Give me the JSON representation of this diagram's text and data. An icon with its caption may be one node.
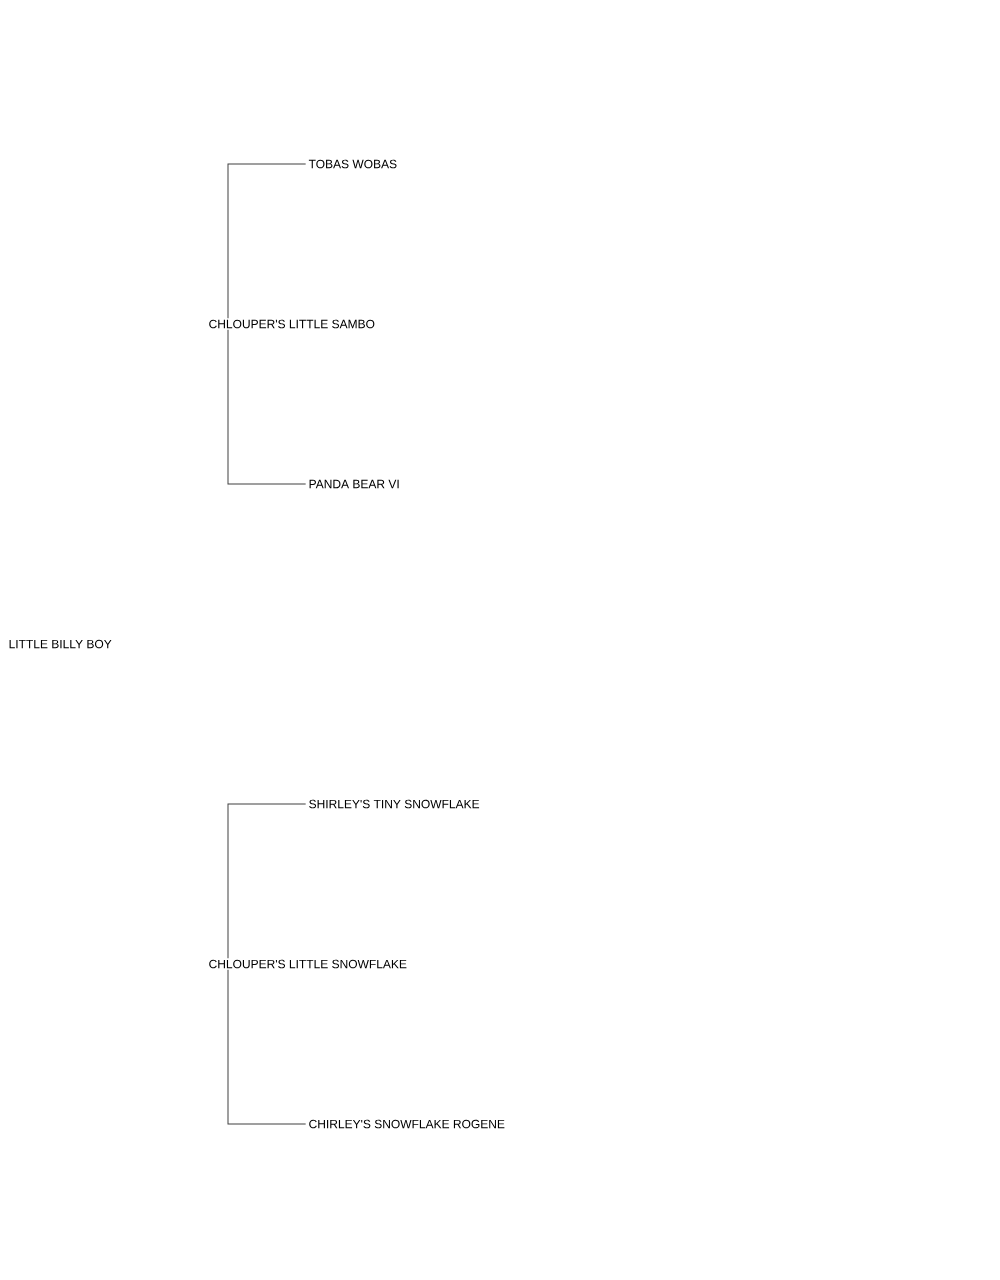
{
  "diagram": {
    "nodes": [
      {
        "text": [
          "LITTLE BILLY BOY"
        ]
      },
      {
        "text": [
          "CHLOUPER'S LITTLE SAMBO"
        ]
      },
      {
        "text": [
          "TOBAS WOBAS"
        ]
      },
      {
        "text": [
          "PANDA BEAR VI"
        ]
      },
      {
        "text": [
          "CHLOUPER'S LITTLE SNOWFLAKE"
        ]
      },
      {
        "text": [
          "SHIRLEY'S TINY SNOWFLAKE"
        ]
      },
      {
        "text": [
          "CHIRLEY'S SNOWFLAKE ROGENE"
        ]
      }
    ],
    "edges": [
      {
        "from": 1,
        "to": 2,
        "arrow": "none"
      },
      {
        "from": 1,
        "to": 3,
        "arrow": "none"
      },
      {
        "from": 4,
        "to": 5,
        "arrow": "none"
      },
      {
        "from": 4,
        "to": 6,
        "arrow": "none"
      }
    ]
  }
}
